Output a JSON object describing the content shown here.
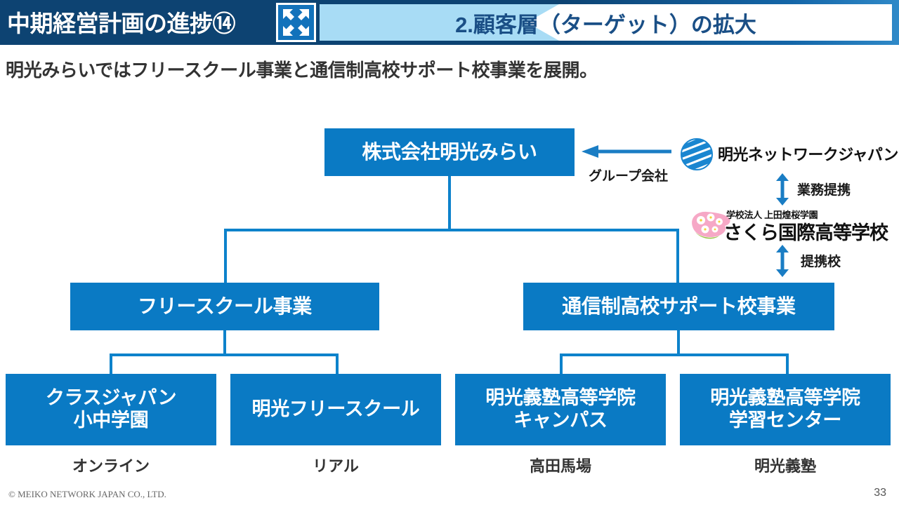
{
  "header": {
    "title": "中期経営計画の進捗⑭",
    "expand_icon": "expand-arrows-icon",
    "section_label": "2.顧客層（ターゲット）の拡大",
    "bar_color": "#0d4372",
    "band_color": "#a8dcf5",
    "section_text_color": "#1a4f86"
  },
  "subtitle": "明光みらいではフリースクール事業と通信制高校サポート校事業を展開。",
  "diagram": {
    "accent_color": "#0a7ac4",
    "connector_color": "#0d82cb",
    "root": {
      "label": "株式会社明光みらい"
    },
    "divisions": [
      {
        "label": "フリースクール事業"
      },
      {
        "label": "通信制高校サポート校事業"
      }
    ],
    "leaves": [
      {
        "label": "クラスジャパン\n小中学園",
        "caption": "オンライン"
      },
      {
        "label": "明光フリースクール",
        "caption": "リアル"
      },
      {
        "label": "明光義塾高等学院\nキャンパス",
        "caption": "高田馬場"
      },
      {
        "label": "明光義塾高等学院\n学習センター",
        "caption": "明光義塾"
      }
    ]
  },
  "partners": {
    "group_relation_label": "グループ会社",
    "meiko_network": {
      "name": "明光ネットワークジャパン",
      "logo_icon": "meiko-globe-logo-icon"
    },
    "alliance_label": "業務提携",
    "sakura": {
      "sub_name": "学校法人 上田煌桜学園",
      "name": "さくら国際高等学校",
      "logo_icon": "sakura-blossom-logo-icon"
    },
    "affiliate_label": "提携校"
  },
  "footer": {
    "copyright": "© MEIKO NETWORK JAPAN CO., LTD.",
    "page_number": "33"
  }
}
